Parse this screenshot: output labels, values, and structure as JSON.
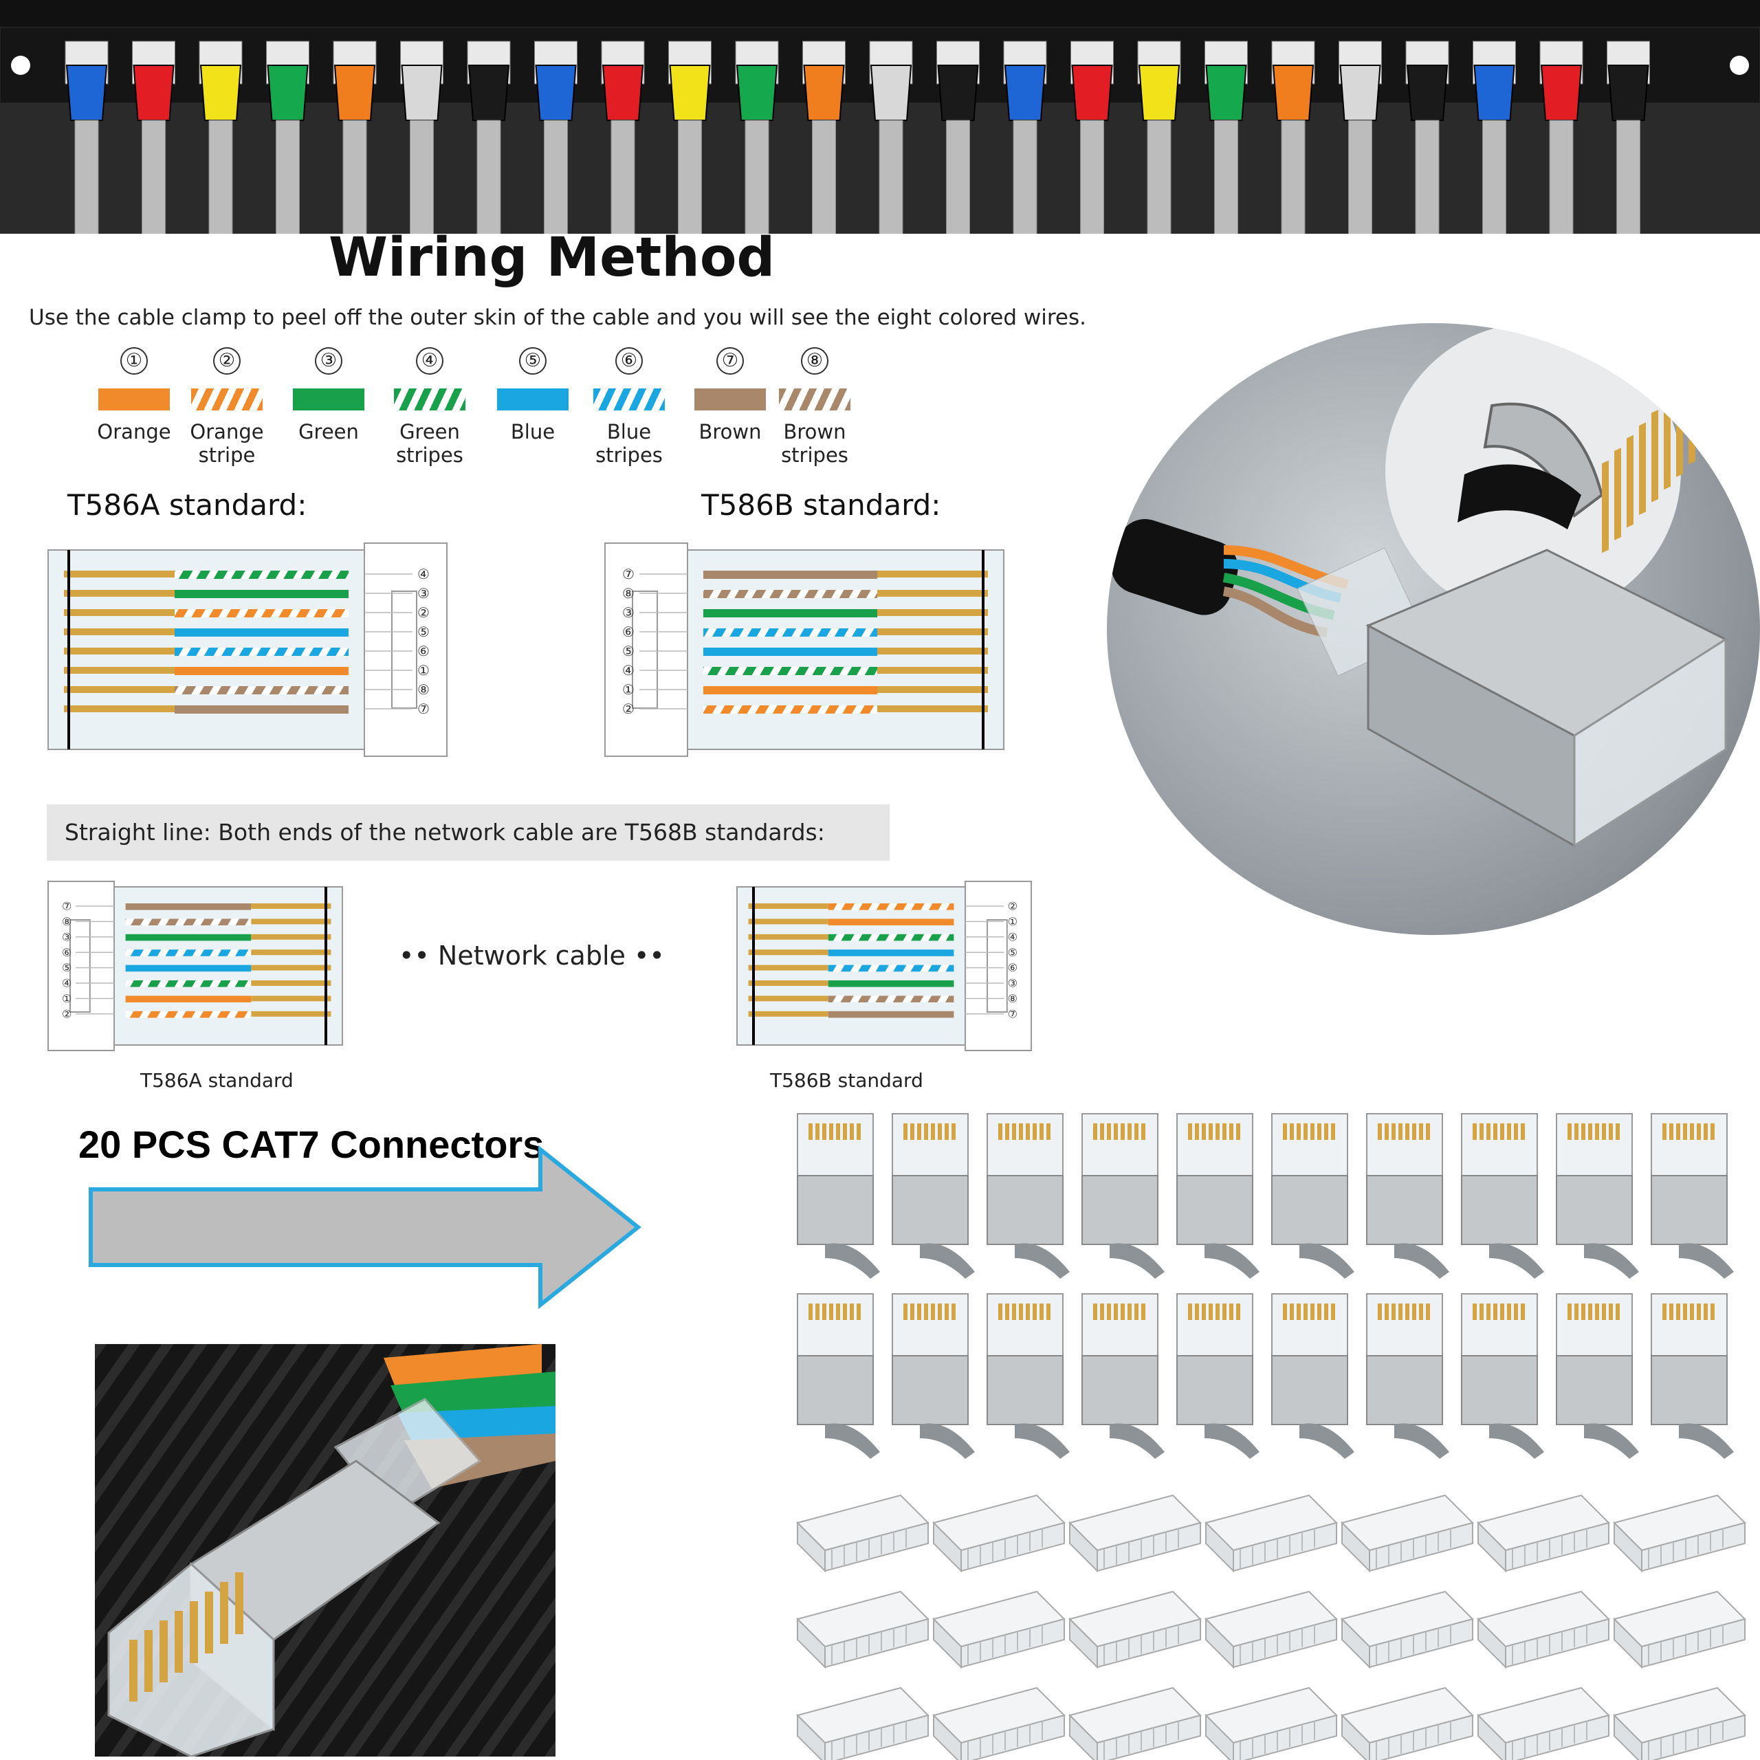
{
  "heading": {
    "title": "Wiring Method",
    "instruction": "Use the cable clamp to peel off the outer skin of the cable and you will see the eight colored wires."
  },
  "wires": [
    {
      "num": "①",
      "label": "Orange",
      "color": "#f08a2a",
      "striped": false
    },
    {
      "num": "②",
      "label": "Orange stripe",
      "color": "#f08a2a",
      "striped": true
    },
    {
      "num": "③",
      "label": "Green",
      "color": "#18a04a",
      "striped": false
    },
    {
      "num": "④",
      "label": "Green stripes",
      "color": "#18a04a",
      "striped": true
    },
    {
      "num": "⑤",
      "label": "Blue",
      "color": "#1aa6e0",
      "striped": false
    },
    {
      "num": "⑥",
      "label": "Blue stripes",
      "color": "#1aa6e0",
      "striped": true
    },
    {
      "num": "⑦",
      "label": "Brown",
      "color": "#a9876a",
      "striped": false
    },
    {
      "num": "⑧",
      "label": "Brown stripes",
      "color": "#a9876a",
      "striped": true
    }
  ],
  "standards": {
    "t586a_title": "T586A standard:",
    "t586b_title": "T586B standard:",
    "t586a_order": [
      "④",
      "③",
      "②",
      "⑤",
      "⑥",
      "①",
      "⑧",
      "⑦"
    ],
    "t586b_order": [
      "⑦",
      "⑧",
      "③",
      "⑥",
      "⑤",
      "④",
      "①",
      "②"
    ],
    "straight_banner": "Straight line: Both ends of the network cable are T568B standards:",
    "network_cable_label": "Network cable",
    "left_caption": "T586A standard",
    "right_caption": "T586B standard",
    "left_order": [
      "⑦",
      "⑧",
      "③",
      "⑥",
      "⑤",
      "④",
      "①",
      "②"
    ],
    "right_order": [
      "②",
      "①",
      "④",
      "⑤",
      "⑥",
      "③",
      "⑧",
      "⑦"
    ]
  },
  "product": {
    "label": "20 PCS CAT7 Connectors"
  },
  "colors": {
    "arrow_fill": "#bdbdbd",
    "arrow_stroke": "#2aa8e0",
    "banner_bg": "#e6e6e6",
    "contact_gold": "#d4a442"
  }
}
